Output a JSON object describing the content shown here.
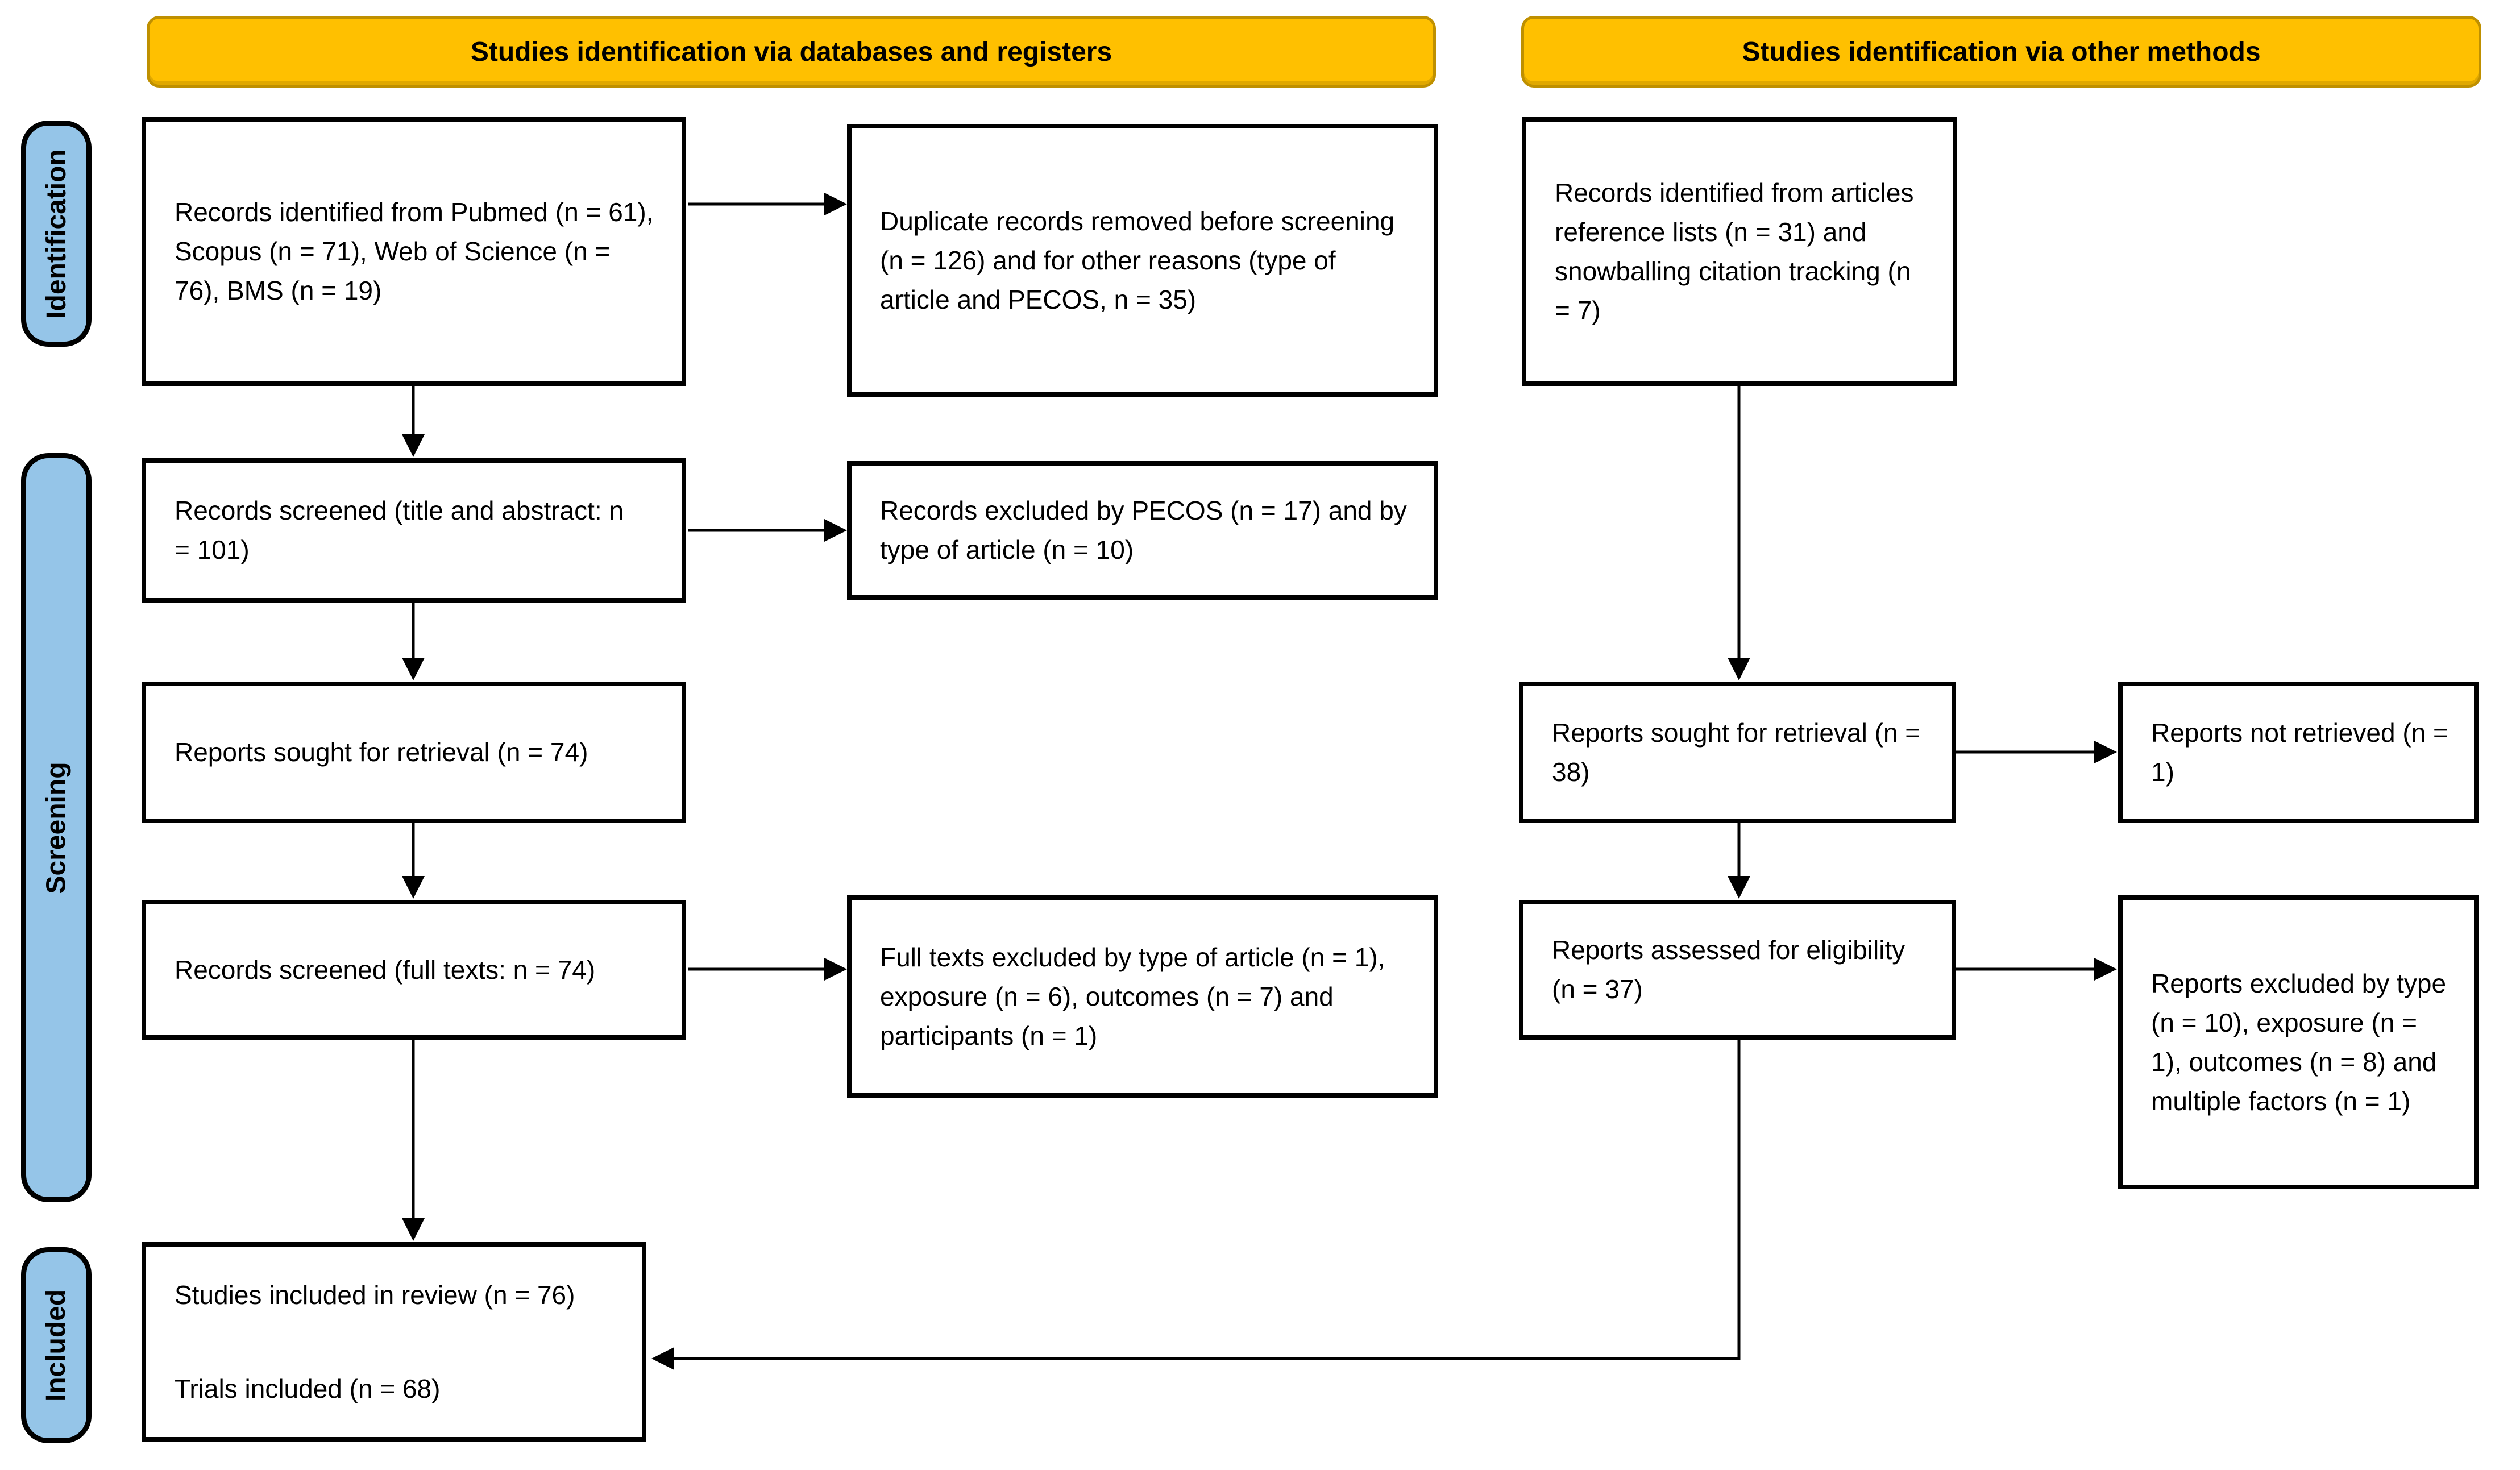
{
  "banners": {
    "databases": "Studies identification via databases and registers",
    "other_methods": "Studies identification via other methods"
  },
  "stages": {
    "identification": "Identification",
    "screening": "Screening",
    "included": "Included"
  },
  "boxes": {
    "records_identified_databases": "Records identified from Pubmed (n = 61), Scopus (n = 71), Web of Science (n = 76), BMS (n = 19)",
    "duplicates_removed": "Duplicate records removed before screening (n = 126) and for other reasons (type of article and PECOS, n = 35)",
    "records_screened_title_abstract": "Records screened (title and abstract: n = 101)",
    "records_excluded_pecos": "Records excluded by PECOS (n = 17) and by type of article (n = 10)",
    "reports_sought_retrieval_74": "Reports sought for retrieval (n = 74)",
    "records_screened_full_texts": "Records screened (full texts: n = 74)",
    "full_texts_excluded": "Full texts excluded by type of article (n = 1), exposure (n = 6), outcomes (n = 7) and participants (n = 1)",
    "studies_included_review": "Studies included in review (n = 76)",
    "trials_included": "Trials included (n = 68)",
    "records_identified_other": "Records identified from articles reference lists (n = 31) and snowballing citation tracking (n = 7)",
    "reports_sought_retrieval_38": "Reports sought for retrieval (n = 38)",
    "reports_not_retrieved": "Reports not retrieved (n = 1)",
    "reports_assessed_eligibility": "Reports assessed for eligibility (n = 37)",
    "reports_excluded_type": "Reports excluded by type (n = 10), exposure (n = 1), outcomes (n = 8) and multiple factors (n = 1)"
  },
  "colors": {
    "banner_fill": "#FFC000",
    "banner_border": "#BF9000",
    "stage_fill": "#95C5E8",
    "box_border": "#000000",
    "arrow": "#000000"
  }
}
